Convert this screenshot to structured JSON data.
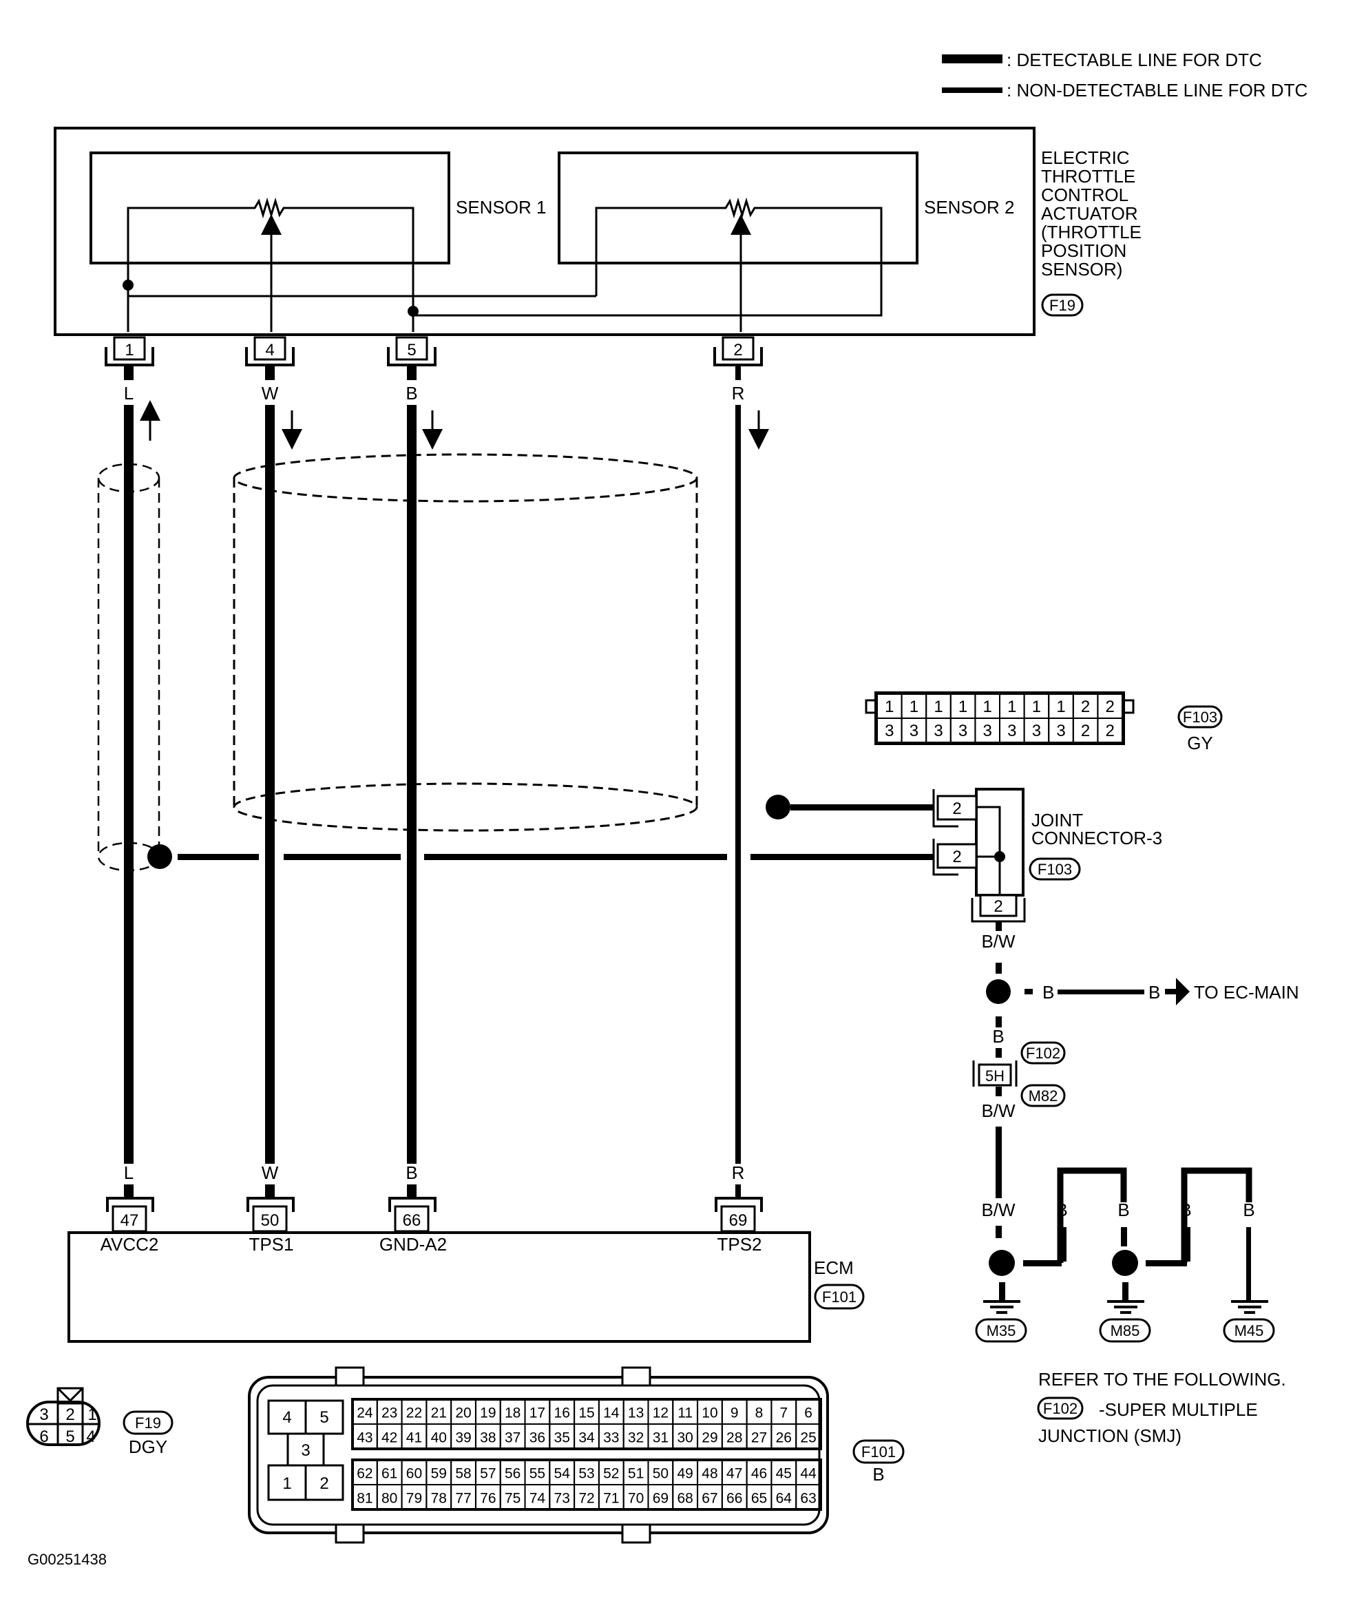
{
  "legend": {
    "detectable": ": DETECTABLE LINE FOR DTC",
    "non_detectable": ": NON-DETECTABLE LINE FOR DTC"
  },
  "actuator": {
    "title_lines": [
      "ELECTRIC",
      "THROTTLE",
      "CONTROL",
      "ACTUATOR",
      "(THROTTLE",
      " POSITION",
      " SENSOR)"
    ],
    "connector_id": "F19",
    "sensor1_label": "SENSOR 1",
    "sensor2_label": "SENSOR 2",
    "pins": [
      "1",
      "4",
      "5",
      "2"
    ]
  },
  "wires": [
    {
      "color_code": "L",
      "ecm_pin": "47",
      "ecm_terminal": "AVCC2",
      "actuator_pin": "1",
      "direction": "up",
      "detectable": true
    },
    {
      "color_code": "W",
      "ecm_pin": "50",
      "ecm_terminal": "TPS1",
      "actuator_pin": "4",
      "direction": "down",
      "detectable": true
    },
    {
      "color_code": "B",
      "ecm_pin": "66",
      "ecm_terminal": "GND-A2",
      "actuator_pin": "5",
      "direction": "down",
      "detectable": true
    },
    {
      "color_code": "R",
      "ecm_pin": "69",
      "ecm_terminal": "TPS2",
      "actuator_pin": "2",
      "direction": "down",
      "detectable": false
    }
  ],
  "ecm": {
    "label": "ECM",
    "connector_id": "F101"
  },
  "joint_connector": {
    "title_lines": [
      "JOINT",
      "CONNECTOR-3"
    ],
    "connector_id": "F103",
    "pins": [
      "2",
      "2",
      "2"
    ]
  },
  "f103_face": {
    "connector_id": "F103",
    "color": "GY",
    "top_row": [
      "1",
      "1",
      "1",
      "1",
      "1",
      "1",
      "1",
      "1",
      "2",
      "2"
    ],
    "bottom_row": [
      "3",
      "3",
      "3",
      "3",
      "3",
      "3",
      "3",
      "3",
      "2",
      "2"
    ]
  },
  "ground_path": {
    "bw_label": "B/W",
    "b_label": "B",
    "to_ec_main": "TO EC-MAIN",
    "smj_pin": "5H",
    "smj_connectors": [
      "F102",
      "M82"
    ],
    "grounds": [
      "M35",
      "M85",
      "M45"
    ]
  },
  "f19_face": {
    "connector_id": "F19",
    "color": "DGY",
    "top_row": [
      "3",
      "2",
      "1"
    ],
    "bottom_row": [
      "6",
      "5",
      "4"
    ]
  },
  "f101_face": {
    "connector_id": "F101",
    "color": "B",
    "power_pins": [
      "4",
      "5",
      "3",
      "1",
      "2"
    ],
    "row1": [
      "24",
      "23",
      "22",
      "21",
      "20",
      "19",
      "18",
      "17",
      "16",
      "15",
      "14",
      "13",
      "12",
      "11",
      "10",
      "9",
      "8",
      "7",
      "6"
    ],
    "row2": [
      "43",
      "42",
      "41",
      "40",
      "39",
      "38",
      "37",
      "36",
      "35",
      "34",
      "33",
      "32",
      "31",
      "30",
      "29",
      "28",
      "27",
      "26",
      "25"
    ],
    "row3": [
      "62",
      "61",
      "60",
      "59",
      "58",
      "57",
      "56",
      "55",
      "54",
      "53",
      "52",
      "51",
      "50",
      "49",
      "48",
      "47",
      "46",
      "45",
      "44"
    ],
    "row4": [
      "81",
      "80",
      "79",
      "78",
      "77",
      "76",
      "75",
      "74",
      "73",
      "72",
      "71",
      "70",
      "69",
      "68",
      "67",
      "66",
      "65",
      "64",
      "63"
    ]
  },
  "reference_note": {
    "line1": "REFER TO THE FOLLOWING.",
    "connector_id": "F102",
    "line2": "-SUPER MULTIPLE",
    "line3": "JUNCTION (SMJ)"
  },
  "figure_code": "G00251438"
}
